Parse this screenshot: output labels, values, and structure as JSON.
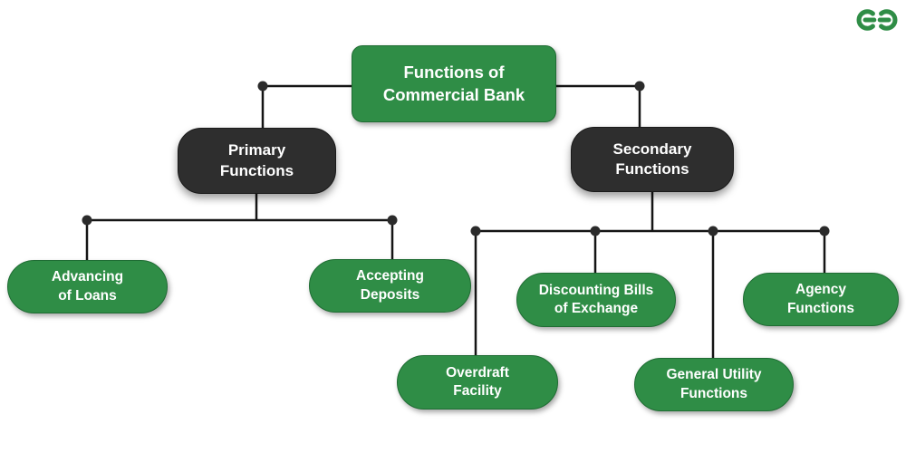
{
  "colors": {
    "green": "#2f8d46",
    "dark": "#2e2e2e",
    "line": "#151515",
    "background": "#ffffff"
  },
  "logo": {
    "icon": "geeksforgeeks-logo"
  },
  "nodes": {
    "root": {
      "label": "Functions of\nCommercial Bank"
    },
    "primary": {
      "label": "Primary\nFunctions"
    },
    "secondary": {
      "label": "Secondary\nFunctions"
    },
    "advancing": {
      "label": "Advancing\nof Loans"
    },
    "accepting": {
      "label": "Accepting\nDeposits"
    },
    "discounting": {
      "label": "Discounting Bills\nof Exchange"
    },
    "agency": {
      "label": "Agency\nFunctions"
    },
    "overdraft": {
      "label": "Overdraft\nFacility"
    },
    "general": {
      "label": "General Utility\nFunctions"
    }
  }
}
